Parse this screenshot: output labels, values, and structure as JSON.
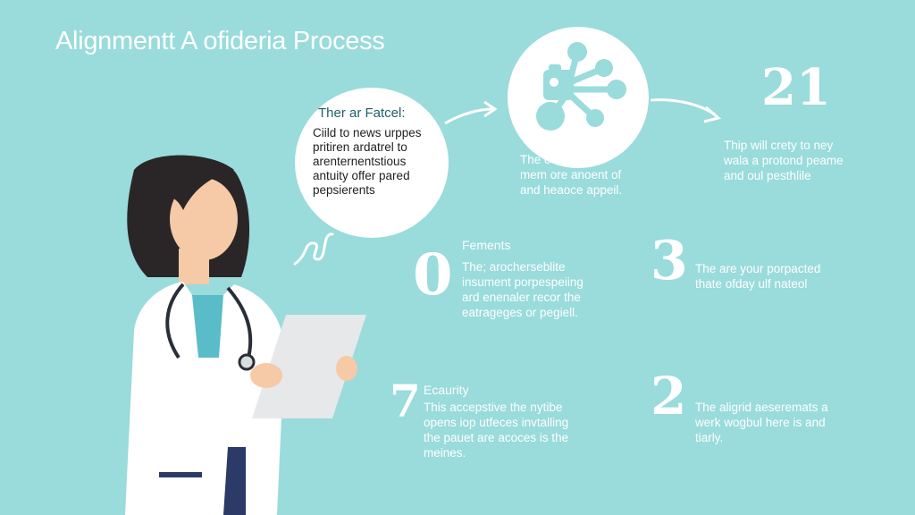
{
  "title": "Alignmentt A ofideria Process",
  "bubble": {
    "title": "Ther ar Fatcel:",
    "lines": [
      "Ciild to news urppes",
      "pritiren ardatrel to",
      "arenternentstious",
      "antuity offer pared",
      "pepsierents"
    ]
  },
  "gear_caption": [
    "The c        'e  prive",
    "mem ore anoent of",
    "and heaoce appeil."
  ],
  "num_21": "21",
  "num_21_text": [
    "Thip will crety to ney",
    "wala a protond peame",
    "and oul pesthlile"
  ],
  "num_0": "0",
  "num_0_label": "Fements",
  "num_0_text": [
    "The; arocherseblite",
    "insument porpespeiing",
    "ard enenaler recor the",
    "eatrageges or pegiell."
  ],
  "num_3": "3",
  "num_3_text": [
    "The are your porpacted",
    "thate ofday ulf nateol"
  ],
  "num_7": "7",
  "num_7_label": "Ecaurity",
  "num_7_text": [
    "This accepstive the nytibe",
    "opens iop utfeces invtalling",
    "the pauet are acoces is the",
    "meines."
  ],
  "num_2": "2",
  "num_2_text": [
    "The aligrid aeseremats a",
    "werk wogbul here is and",
    "tiarly."
  ],
  "colors": {
    "background": "#9adbdb",
    "white": "#ffffff",
    "bubble_title": "#1f5f6b",
    "coat": "#ffffff",
    "hair": "#2a2628",
    "skin": "#f6c9a7"
  }
}
